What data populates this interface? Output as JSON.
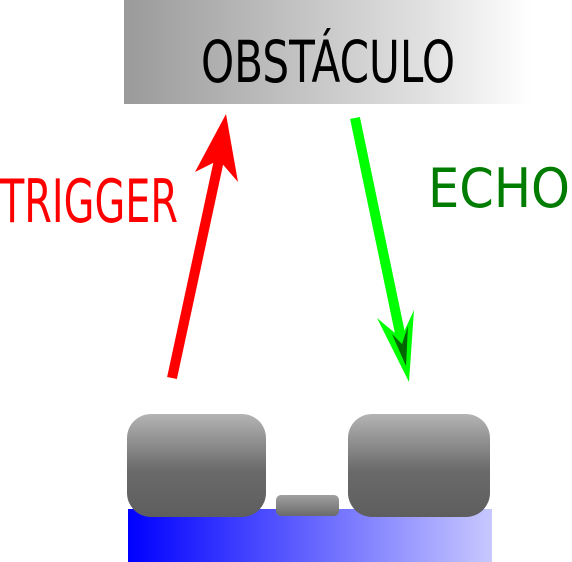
{
  "obstacle": {
    "label": "OBSTÁCULO"
  },
  "trigger": {
    "label": "TRIGGER",
    "color": "#ff0000"
  },
  "echo": {
    "label": "ECHO",
    "color": "#007c00",
    "arrow_color": "#00ff00"
  },
  "colors": {
    "obstacle_gradient_start": "#9a9a9a",
    "obstacle_gradient_end": "#ffffff",
    "board_gradient_start": "#0000ff",
    "board_gradient_end": "#c8c8ff",
    "sensor_top": "#b0b0b0",
    "sensor_bottom": "#5e5e5e"
  }
}
